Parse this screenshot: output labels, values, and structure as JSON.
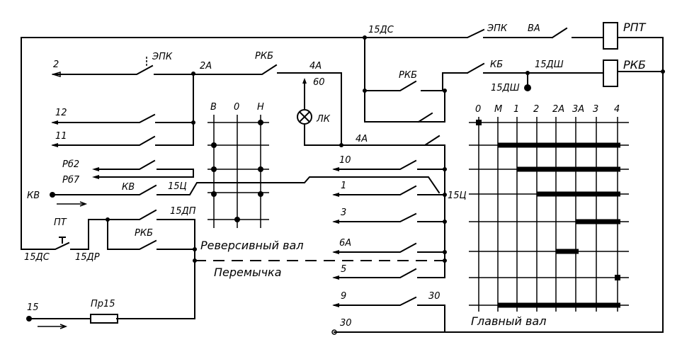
{
  "diagram": {
    "top": {
      "node_15dc": "15ДС",
      "epk_top": "ЭПК",
      "va": "ВА",
      "rpt": "РПТ",
      "rkb_coil": "РКБ",
      "kb": "КБ",
      "node_15dsh": "15ДШ",
      "node_15dsh_dot": "15ДШ",
      "rkb_contact": "РКБ"
    },
    "left": {
      "wire_2": "2",
      "epk": "ЭПК",
      "node_2a": "2А",
      "rkb": "РКБ",
      "node_4a": "4А",
      "wire_60": "60",
      "lamp": "ЛК",
      "wire_12": "12",
      "wire_11": "11",
      "rb2": "Рб2",
      "rb7": "Рб7",
      "kv_contact": "КВ",
      "kv_terminal": "КВ",
      "node_15c": "15Ц",
      "node_15dp": "15ДП",
      "pt": "ПТ",
      "rkb_lower": "РКБ",
      "node_15dc_low": "15ДС",
      "node_15dr": "15ДР",
      "terminal_15": "15",
      "fuse": "Пр15"
    },
    "reverse_shaft": {
      "title": "Реверсивный вал",
      "jumper": "Перемычка",
      "columns": [
        "В",
        "0",
        "Н"
      ]
    },
    "center": {
      "node_4a": "4А",
      "wire_10": "10",
      "wire_1": "1",
      "wire_3": "3",
      "wire_6a": "6А",
      "wire_5": "5",
      "wire_9": "9",
      "node_30": "30",
      "terminal_30": "30",
      "node_15c": "15Ц"
    },
    "main_shaft": {
      "title": "Главный вал",
      "positions": [
        "0",
        "М",
        "1",
        "2",
        "2А",
        "3А",
        "3",
        "4"
      ],
      "rows": [
        {
          "from": "0",
          "to": "0"
        },
        {
          "from": "М",
          "to": "4"
        },
        {
          "from": "1",
          "to": "4"
        },
        {
          "from": "2",
          "to": "4"
        },
        {
          "from": "3А",
          "to": "4"
        },
        {
          "from": "2А",
          "to": "3А"
        },
        {
          "from": "4",
          "to": "4"
        },
        {
          "from": "М",
          "to": "4"
        }
      ]
    }
  }
}
